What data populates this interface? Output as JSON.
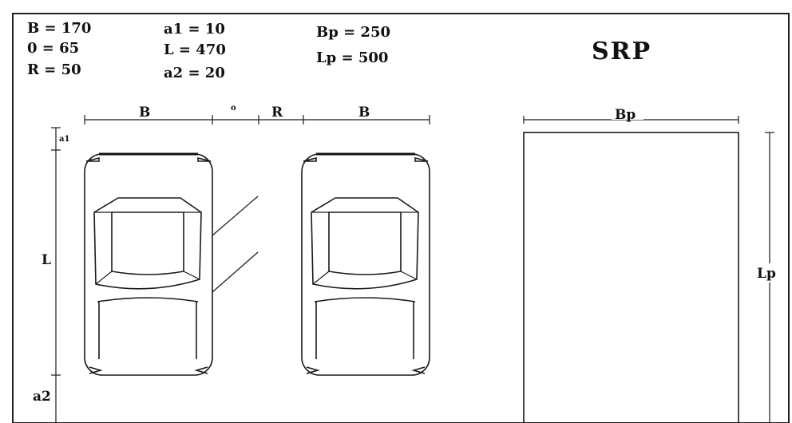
{
  "params": {
    "col1": [
      "B = 170",
      "0 = 65",
      "R = 50"
    ],
    "col2": [
      "a1 = 10",
      "L = 470",
      "a2 = 20"
    ],
    "col3": [
      "Bp = 250",
      "Lp = 500"
    ]
  },
  "title": "SRP",
  "dimensions": {
    "b_left": "B",
    "o": "o",
    "r": "R",
    "b_right": "B",
    "bp": "Bp",
    "a1": "a1",
    "l": "L",
    "a2": "a2",
    "lp": "Lp"
  }
}
